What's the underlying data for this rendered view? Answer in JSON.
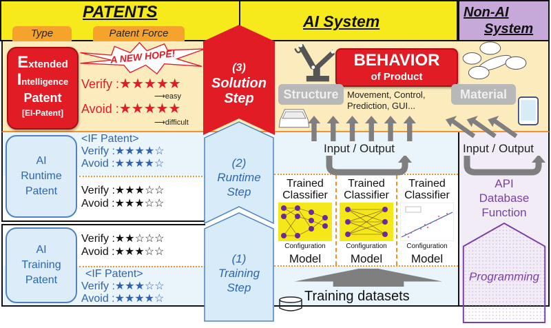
{
  "header": {
    "patents_title": "PATENTS",
    "ai_system_title": "AI System",
    "non_ai_title_line1": "Non-AI",
    "non_ai_title_line2": "System",
    "tab_type": "Type",
    "tab_patent_force": "Patent Force"
  },
  "ei_patent": {
    "line1_initial": "E",
    "line1_rest": "xtended",
    "line2_initial": "I",
    "line2_rest": "ntelligence",
    "line3": "Patent",
    "line4": "[EI-Patent]",
    "burst_text": "A NEW HOPE!",
    "verify_label": "Verify :",
    "verify_stars": "★★★★★",
    "verify_rating": 5,
    "easy_note": "⟶easy",
    "avoid_label": "Avoid :",
    "avoid_stars": "★★★★★",
    "avoid_rating": 5,
    "difficult_note": "⟶difficult"
  },
  "runtime_patent": {
    "line1": "AI",
    "line2": "Runtime",
    "line3": "Patent",
    "if_label": "<IF Patent>",
    "if_verify_label": "Verify :",
    "if_verify_stars": "★★★★☆",
    "if_verify_rating": 4,
    "if_avoid_label": "Avoid :",
    "if_avoid_stars": "★★★★☆",
    "if_avoid_rating": 4,
    "verify_label": "Verify :",
    "verify_stars": "★★★☆☆",
    "verify_rating": 3,
    "avoid_label": "Avoid :",
    "avoid_stars": "★★★☆☆",
    "avoid_rating": 3
  },
  "training_patent": {
    "line1": "AI",
    "line2": "Training",
    "line3": "Patent",
    "verify_label": "Verify :",
    "verify_stars": "★★☆☆☆",
    "verify_rating": 2,
    "avoid_label": "Avoid :",
    "avoid_stars": "★★★☆☆",
    "avoid_rating": 3,
    "if_label": "<IF Patent>",
    "if_verify_label": "Verify :",
    "if_verify_stars": "★★★☆☆",
    "if_verify_rating": 3,
    "if_avoid_label": "Avoid :",
    "if_avoid_stars": "★★★★☆",
    "if_avoid_rating": 4
  },
  "steps": {
    "solution_num": "(3)",
    "solution_line1": "Solution",
    "solution_line2": "Step",
    "runtime_num": "(2)",
    "runtime_line1": "Runtime",
    "runtime_line2": "Step",
    "training_num": "(1)",
    "training_line1": "Training",
    "training_line2": "Step"
  },
  "behavior": {
    "title": "BEHAVIOR",
    "subtitle": "of Product",
    "structure_label": "Structure",
    "material_label": "Material",
    "examples_line1": "Movement, Control,",
    "examples_line2": "Prediction, GUI..."
  },
  "ai_system": {
    "io_label": "Input / Output",
    "classifiers": [
      {
        "line1": "Trained",
        "line2": "Classifier",
        "config": "Configuration",
        "model": "Model"
      },
      {
        "line1": "Trained",
        "line2": "Classifier",
        "config": "Configuration",
        "model": "Model"
      },
      {
        "line1": "Trained",
        "line2": "Classifier",
        "config": "Configuration",
        "model": "Model"
      }
    ],
    "training_datasets": "Training datasets"
  },
  "non_ai": {
    "io_label": "Input / Output",
    "line1": "API",
    "line2": "Database",
    "line3": "Function",
    "programming": "Programming"
  },
  "colors": {
    "header_yellow": "#f7ea1c",
    "header_purple": "#c6a9d9",
    "tab_orange": "#f5a32b",
    "ei_red": "#e21c25",
    "blue_text": "#2e63b3",
    "purple_text": "#7b3fa6",
    "arrow_gray": "#7f7f7f"
  }
}
